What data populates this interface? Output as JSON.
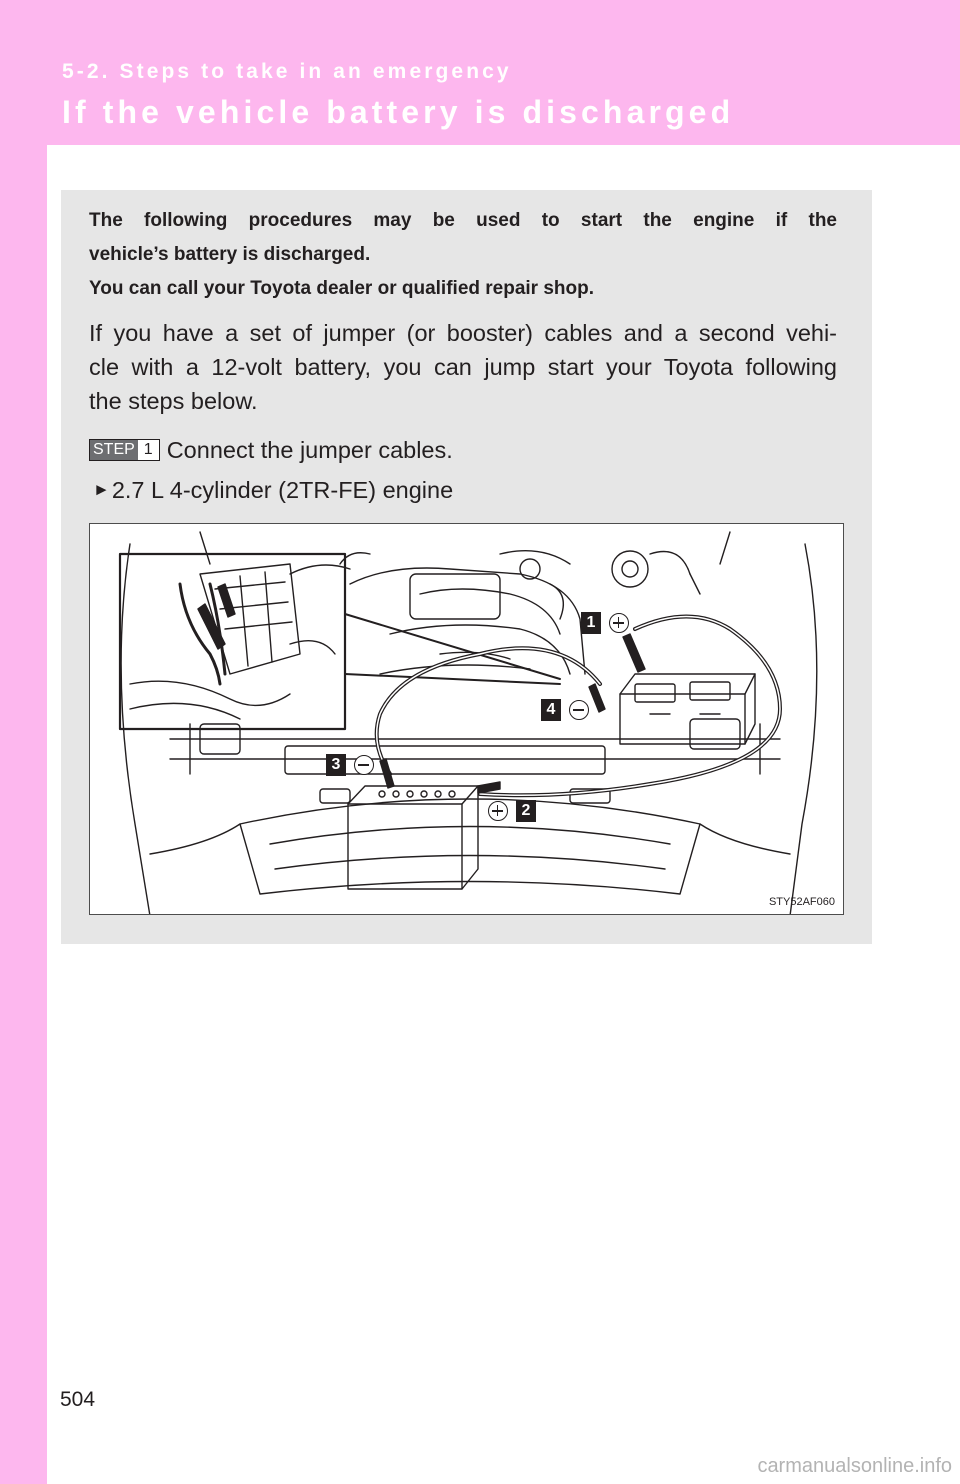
{
  "header": {
    "section": "5-2. Steps to take in an emergency",
    "title": "If the vehicle battery is discharged"
  },
  "intro": {
    "line1": "The following procedures may be used to start the engine if the",
    "line2": "vehicle’s battery is discharged.",
    "line3": "You can call your Toyota dealer or qualified repair shop."
  },
  "body": {
    "line1": "If you have a set of jumper (or booster) cables and a second vehi-",
    "line2": "cle with a 12-volt battery, you can jump start your Toyota following",
    "line3": "the steps below."
  },
  "step": {
    "badge_word": "STEP",
    "badge_number": "1",
    "text": "Connect the jumper cables."
  },
  "variant": {
    "arrow": "►",
    "text": "2.7 L 4-cylinder (2TR-FE) engine"
  },
  "illustration": {
    "callouts": [
      "1",
      "2",
      "3",
      "4"
    ],
    "figure_code": "STY52AF060"
  },
  "page_number": "504",
  "watermark": "carmanualsonline.info",
  "colors": {
    "accent_pink": "#fdb7ee",
    "panel_gray": "#e6e6e6",
    "text": "#231f20",
    "step_badge_gray": "#6d6e71"
  }
}
